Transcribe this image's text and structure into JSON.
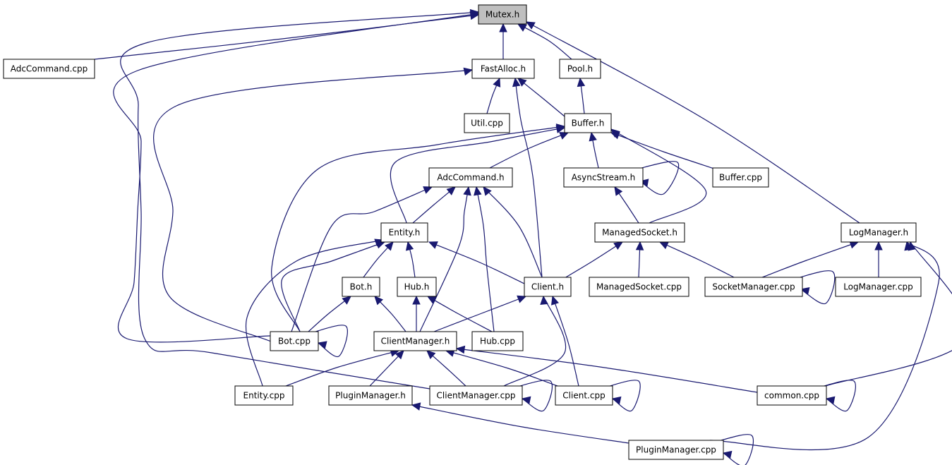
{
  "graph": {
    "colors": {
      "edge": "#191970",
      "node_fill": "#ffffff",
      "node_border": "#000000",
      "root_fill": "#bfbfbf"
    },
    "nodes": [
      {
        "id": "mutex_h",
        "label": "Mutex.h",
        "root": true
      },
      {
        "id": "adccommand_cpp",
        "label": "AdcCommand.cpp"
      },
      {
        "id": "fastalloc_h",
        "label": "FastAlloc.h"
      },
      {
        "id": "pool_h",
        "label": "Pool.h"
      },
      {
        "id": "util_cpp",
        "label": "Util.cpp"
      },
      {
        "id": "buffer_h",
        "label": "Buffer.h"
      },
      {
        "id": "adccommand_h",
        "label": "AdcCommand.h"
      },
      {
        "id": "asyncstream_h",
        "label": "AsyncStream.h"
      },
      {
        "id": "buffer_cpp",
        "label": "Buffer.cpp"
      },
      {
        "id": "entity_h",
        "label": "Entity.h"
      },
      {
        "id": "managedsocket_h",
        "label": "ManagedSocket.h"
      },
      {
        "id": "logmanager_h",
        "label": "LogManager.h"
      },
      {
        "id": "bot_h",
        "label": "Bot.h"
      },
      {
        "id": "hub_h",
        "label": "Hub.h"
      },
      {
        "id": "client_h",
        "label": "Client.h"
      },
      {
        "id": "managedsocket_cpp",
        "label": "ManagedSocket.cpp"
      },
      {
        "id": "socketmanager_cpp",
        "label": "SocketManager.cpp"
      },
      {
        "id": "logmanager_cpp",
        "label": "LogManager.cpp"
      },
      {
        "id": "bot_cpp",
        "label": "Bot.cpp"
      },
      {
        "id": "clientmanager_h",
        "label": "ClientManager.h"
      },
      {
        "id": "hub_cpp",
        "label": "Hub.cpp"
      },
      {
        "id": "entity_cpp",
        "label": "Entity.cpp"
      },
      {
        "id": "pluginmanager_h",
        "label": "PluginManager.h"
      },
      {
        "id": "clientmanager_cpp",
        "label": "ClientManager.cpp"
      },
      {
        "id": "client_cpp",
        "label": "Client.cpp"
      },
      {
        "id": "common_cpp",
        "label": "common.cpp"
      },
      {
        "id": "pluginmanager_cpp",
        "label": "PluginManager.cpp"
      }
    ],
    "edges": [
      {
        "from": "adccommand_cpp",
        "to": "mutex_h"
      },
      {
        "from": "adccommand_cpp",
        "to": "adccommand_cpp"
      },
      {
        "from": "fastalloc_h",
        "to": "mutex_h"
      },
      {
        "from": "pool_h",
        "to": "mutex_h"
      },
      {
        "from": "logmanager_h",
        "to": "mutex_h"
      },
      {
        "from": "bot_cpp",
        "to": "mutex_h"
      },
      {
        "from": "clientmanager_cpp",
        "to": "mutex_h"
      },
      {
        "from": "util_cpp",
        "to": "fastalloc_h"
      },
      {
        "from": "buffer_h",
        "to": "fastalloc_h"
      },
      {
        "from": "client_h",
        "to": "fastalloc_h"
      },
      {
        "from": "bot_cpp",
        "to": "fastalloc_h"
      },
      {
        "from": "buffer_h",
        "to": "pool_h"
      },
      {
        "from": "adccommand_h",
        "to": "buffer_h"
      },
      {
        "from": "asyncstream_h",
        "to": "buffer_h"
      },
      {
        "from": "buffer_cpp",
        "to": "buffer_h"
      },
      {
        "from": "entity_h",
        "to": "buffer_h"
      },
      {
        "from": "managedsocket_h",
        "to": "buffer_h"
      },
      {
        "from": "bot_cpp",
        "to": "buffer_h"
      },
      {
        "from": "asyncstream_h",
        "to": "asyncstream_h"
      },
      {
        "from": "managedsocket_h",
        "to": "asyncstream_h"
      },
      {
        "from": "entity_h",
        "to": "adccommand_h"
      },
      {
        "from": "bot_cpp",
        "to": "adccommand_h"
      },
      {
        "from": "clientmanager_h",
        "to": "adccommand_h"
      },
      {
        "from": "hub_cpp",
        "to": "adccommand_h"
      },
      {
        "from": "client_h",
        "to": "adccommand_h"
      },
      {
        "from": "bot_h",
        "to": "entity_h"
      },
      {
        "from": "hub_h",
        "to": "entity_h"
      },
      {
        "from": "client_h",
        "to": "entity_h"
      },
      {
        "from": "bot_cpp",
        "to": "entity_h"
      },
      {
        "from": "entity_cpp",
        "to": "entity_h"
      },
      {
        "from": "client_h",
        "to": "managedsocket_h"
      },
      {
        "from": "managedsocket_cpp",
        "to": "managedsocket_h"
      },
      {
        "from": "socketmanager_cpp",
        "to": "managedsocket_h"
      },
      {
        "from": "socketmanager_cpp",
        "to": "logmanager_h"
      },
      {
        "from": "logmanager_cpp",
        "to": "logmanager_h"
      },
      {
        "from": "common_cpp",
        "to": "logmanager_h"
      },
      {
        "from": "pluginmanager_cpp",
        "to": "logmanager_h"
      },
      {
        "from": "socketmanager_cpp",
        "to": "socketmanager_cpp"
      },
      {
        "from": "bot_cpp",
        "to": "bot_h"
      },
      {
        "from": "clientmanager_h",
        "to": "bot_h"
      },
      {
        "from": "clientmanager_h",
        "to": "hub_h"
      },
      {
        "from": "hub_cpp",
        "to": "hub_h"
      },
      {
        "from": "clientmanager_h",
        "to": "client_h"
      },
      {
        "from": "clientmanager_cpp",
        "to": "client_h"
      },
      {
        "from": "client_cpp",
        "to": "client_h"
      },
      {
        "from": "bot_cpp",
        "to": "bot_cpp"
      },
      {
        "from": "entity_cpp",
        "to": "clientmanager_h"
      },
      {
        "from": "pluginmanager_h",
        "to": "clientmanager_h"
      },
      {
        "from": "clientmanager_cpp",
        "to": "clientmanager_h"
      },
      {
        "from": "client_cpp",
        "to": "clientmanager_h"
      },
      {
        "from": "common_cpp",
        "to": "clientmanager_h"
      },
      {
        "from": "clientmanager_cpp",
        "to": "clientmanager_cpp"
      },
      {
        "from": "client_cpp",
        "to": "client_cpp"
      },
      {
        "from": "common_cpp",
        "to": "common_cpp"
      },
      {
        "from": "pluginmanager_cpp",
        "to": "pluginmanager_h"
      },
      {
        "from": "pluginmanager_cpp",
        "to": "pluginmanager_cpp"
      }
    ]
  }
}
